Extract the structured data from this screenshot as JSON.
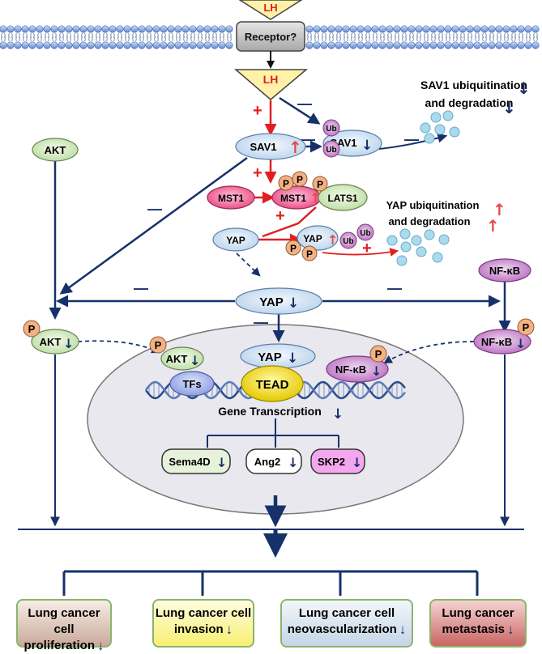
{
  "membrane": {
    "receptor": "Receptor?",
    "ligand_top": "LH",
    "ligand_bottom": "LH"
  },
  "nodes": {
    "akt_left": "AKT",
    "akt_p": "AKT",
    "sav1": "SAV1",
    "sav1_ub": "SAV1",
    "ub": "Ub",
    "mst1": "MST1",
    "mst1_p": "MST1",
    "lats1": "LATS1",
    "yap_free": "YAP",
    "yap_p": "YAP",
    "yap_center": "YAP",
    "nfkb_right": "NF-κB",
    "nfkb_p": "NF-κB",
    "p": "P"
  },
  "nucleus": {
    "akt": "AKT",
    "tfs": "TFs",
    "yap": "YAP",
    "tead": "TEAD",
    "nfkb": "NF-κB",
    "gene_transcription": "Gene Transcription",
    "targets": [
      "Sema4D",
      "Ang2",
      "SKP2"
    ]
  },
  "notes": {
    "sav1_ub_line1": "SAV1 ubiquitination",
    "sav1_ub_line2": "and degradation",
    "yap_ub_line1": "YAP ubiquitination",
    "yap_ub_line2": "and degradation"
  },
  "signs": {
    "plus": "+",
    "minus": "—"
  },
  "outcomes": [
    {
      "line1": "Lung cancer cell",
      "line2": "proliferation"
    },
    {
      "line1": "Lung cancer cell",
      "line2": "invasion"
    },
    {
      "line1": "Lung cancer cell",
      "line2": "neovascularization"
    },
    {
      "line1": "Lung cancer",
      "line2": "metastasis"
    }
  ],
  "arrows": {
    "up": "↑",
    "down": "↓"
  },
  "colors": {
    "activation": "#e02020",
    "inhibition": "#16306a",
    "node_blue": "#d8e8f6",
    "node_green": "#dff0d0",
    "node_pink": "#f06a9a",
    "phospho": "#f4b183",
    "ubiquitin": "#d9a0d8",
    "tead": "#f2e21a",
    "nucleus": "#e8e8ee",
    "outcome_borders": "#8ab56a",
    "outcome_1": "#e7d3c7",
    "outcome_2": "#fffcb8",
    "outcome_3": "#e2eaf3",
    "outcome_4": "#e8a9a6"
  }
}
